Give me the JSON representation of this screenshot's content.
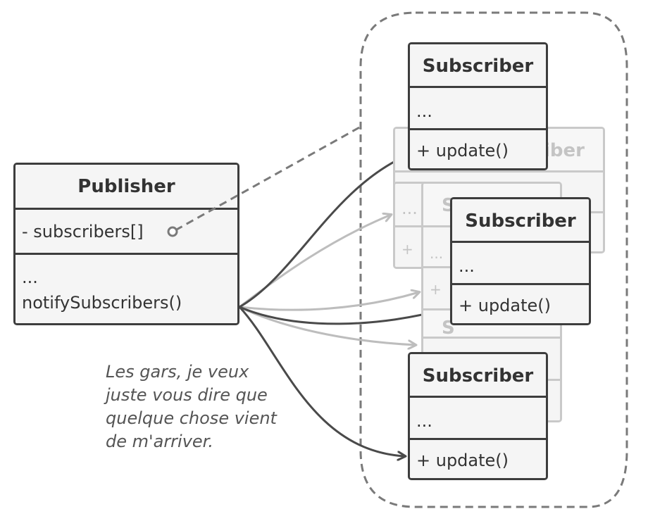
{
  "publisher": {
    "title": "Publisher",
    "field": "- subscribers[]",
    "methods": [
      "...",
      "notifySubscribers()"
    ]
  },
  "subscriber": {
    "title": "Subscriber",
    "body": "...",
    "method": "+ update()"
  },
  "ghosts": {
    "title_fragment": "iber",
    "letter": "S",
    "ellipsis": "...",
    "plus": "+"
  },
  "note": {
    "lines": [
      "Les gars, je veux",
      "juste vous dire que",
      "quelque chose vient",
      "de m'arriver."
    ]
  },
  "colors": {
    "stroke": "#3d3d3d",
    "ghost": "#c9c9c9",
    "fill": "#f5f5f5"
  }
}
